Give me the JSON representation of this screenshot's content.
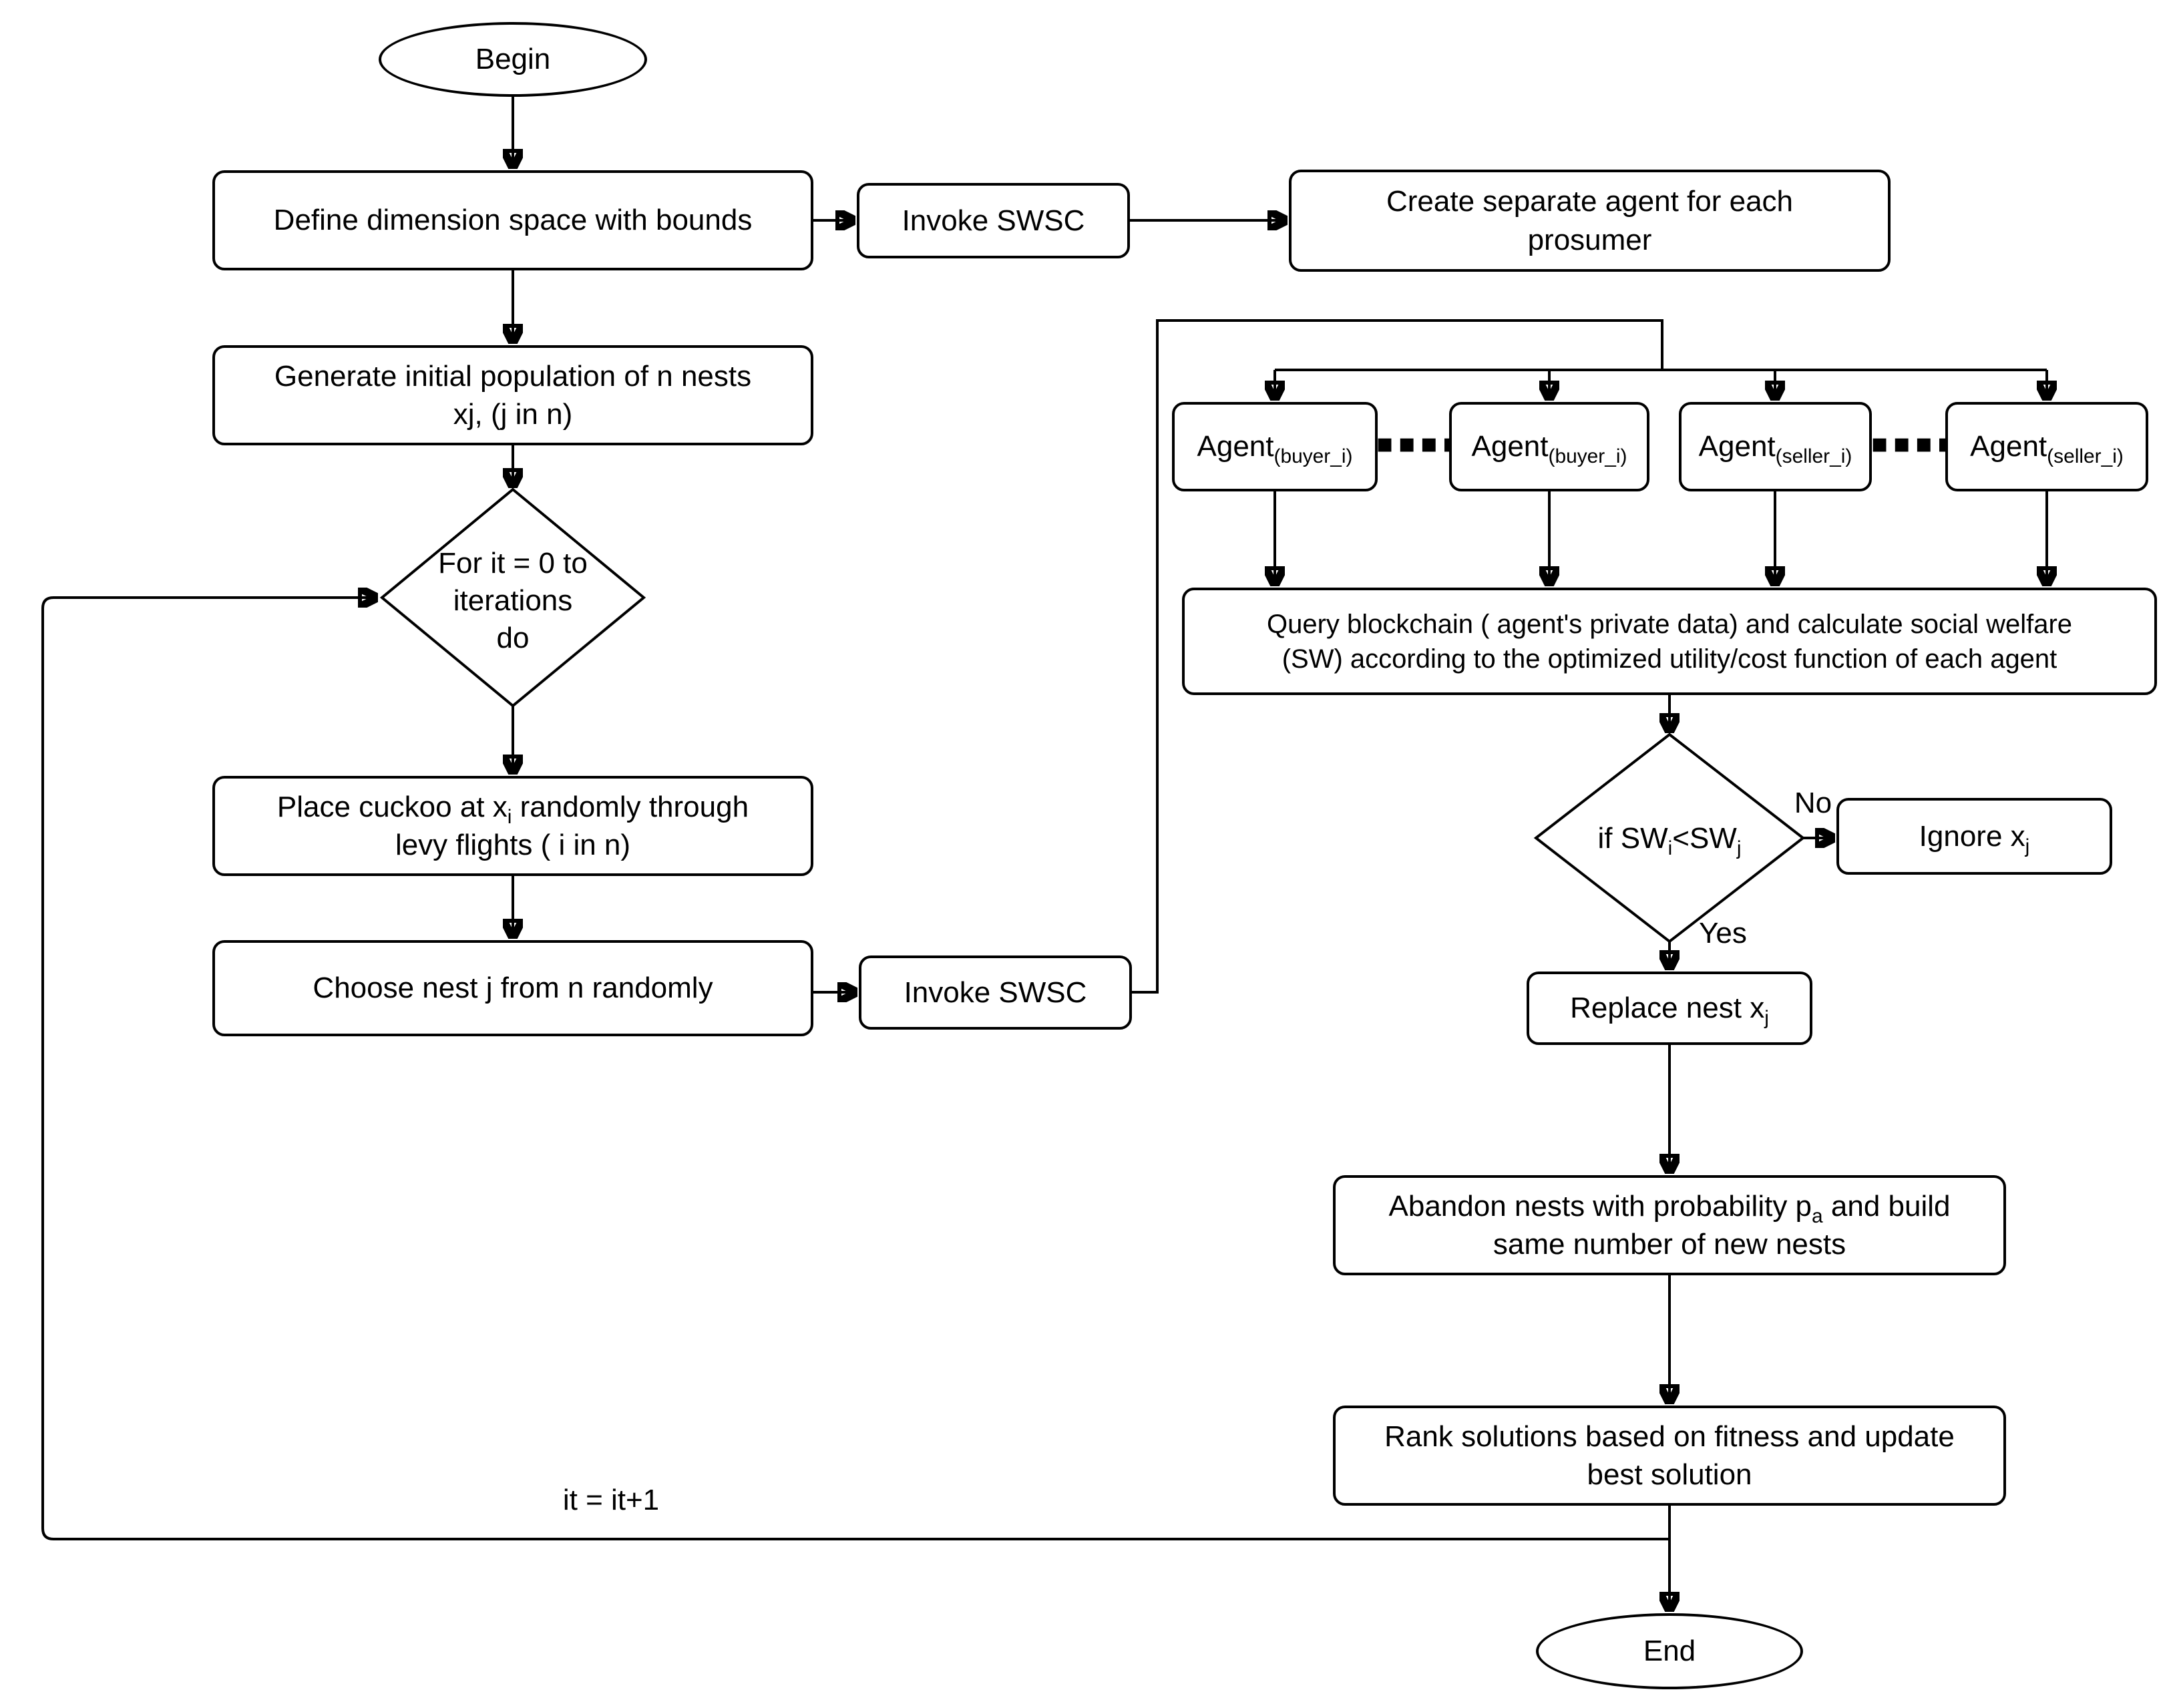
{
  "palette": {
    "stroke": "#000000",
    "background": "#ffffff"
  },
  "nodes": {
    "begin": {
      "label": "Begin"
    },
    "define": {
      "lines": [
        [
          {
            "t": "Define dimension space with bounds"
          }
        ]
      ]
    },
    "invoke_swsc_top": {
      "lines": [
        [
          {
            "t": "Invoke SWSC"
          }
        ]
      ]
    },
    "create_agents": {
      "lines": [
        [
          {
            "t": "Create separate agent for each"
          }
        ],
        [
          {
            "t": "prosumer"
          }
        ]
      ]
    },
    "generate_population": {
      "lines": [
        [
          {
            "t": "Generate initial population of n nests"
          }
        ],
        [
          {
            "t": "xj, (j in n)"
          }
        ]
      ]
    },
    "iteration_decision": {
      "lines": [
        [
          {
            "t": "For it = 0 to"
          }
        ],
        [
          {
            "t": "iterations"
          }
        ],
        [
          {
            "t": "do"
          }
        ]
      ]
    },
    "place_cuckoo": {
      "lines": [
        [
          {
            "t": "Place cuckoo at x"
          },
          {
            "sub": "i"
          },
          {
            "t": " randomly through"
          }
        ],
        [
          {
            "t": "levy flights ( i in n)"
          }
        ]
      ]
    },
    "choose_nest": {
      "lines": [
        [
          {
            "t": "Choose nest j from n randomly"
          }
        ]
      ]
    },
    "invoke_swsc_bottom": {
      "lines": [
        [
          {
            "t": "Invoke SWSC"
          }
        ]
      ]
    },
    "agent_buyer_1": {
      "lines": [
        [
          {
            "t": "Agent"
          },
          {
            "sub": "(buyer_i)"
          }
        ]
      ]
    },
    "agent_buyer_2": {
      "lines": [
        [
          {
            "t": "Agent"
          },
          {
            "sub": "(buyer_i)"
          }
        ]
      ]
    },
    "agent_seller_1": {
      "lines": [
        [
          {
            "t": "Agent"
          },
          {
            "sub": "(seller_i)"
          }
        ]
      ]
    },
    "agent_seller_2": {
      "lines": [
        [
          {
            "t": "Agent"
          },
          {
            "sub": "(seller_i)"
          }
        ]
      ]
    },
    "query_blockchain": {
      "lines": [
        [
          {
            "t": "Query blockchain ( agent's private data) and calculate social welfare"
          }
        ],
        [
          {
            "t": "(SW) according to the optimized utility/cost function of each agent"
          }
        ]
      ]
    },
    "sw_decision": {
      "lines": [
        [
          {
            "t": "if SW"
          },
          {
            "sub": "i"
          },
          {
            "t": "<SW"
          },
          {
            "sub": "j"
          }
        ]
      ]
    },
    "ignore": {
      "lines": [
        [
          {
            "t": "Ignore x"
          },
          {
            "sub": "j"
          }
        ]
      ]
    },
    "replace_nest": {
      "lines": [
        [
          {
            "t": "Replace nest x"
          },
          {
            "sub": "j"
          }
        ]
      ]
    },
    "abandon_nests": {
      "lines": [
        [
          {
            "t": "Abandon nests with probability p"
          },
          {
            "sub": "a"
          },
          {
            "t": " and build"
          }
        ],
        [
          {
            "t": "same number of new nests"
          }
        ]
      ]
    },
    "rank_solutions": {
      "lines": [
        [
          {
            "t": "Rank solutions based on fitness and update"
          }
        ],
        [
          {
            "t": "best solution"
          }
        ]
      ]
    },
    "end": {
      "label": "End"
    }
  },
  "edge_labels": {
    "no": "No",
    "yes": "Yes",
    "increment": "it = it+1"
  },
  "decoration": {
    "ellipsis_buyers": "▪▪▪▪",
    "ellipsis_sellers": "▪▪▪▪"
  }
}
